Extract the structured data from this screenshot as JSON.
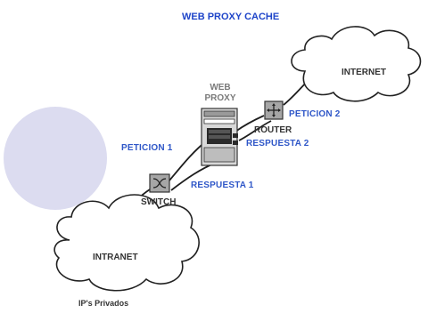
{
  "title": "WEB PROXY CACHE",
  "nodes": {
    "internet": "INTERNET",
    "web_proxy_line1": "WEB",
    "web_proxy_line2": "PROXY",
    "router": "ROUTER",
    "switch": "SWITCH",
    "intranet": "INTRANET",
    "private_ips": "IP's Privados"
  },
  "flows": {
    "peticion_1": "PETICION 1",
    "peticion_2": "PETICION 2",
    "respuesta_1": "RESPUESTA 1",
    "respuesta_2": "RESPUESTA 2"
  },
  "colors": {
    "label_blue": "#2f57c8",
    "cloud_stroke": "#222222",
    "device_grey": "#9a9a9a",
    "decor_circle": "#dcdcf0"
  },
  "icons": [
    "cloud-icon",
    "server-icon",
    "router-icon",
    "switch-icon"
  ]
}
